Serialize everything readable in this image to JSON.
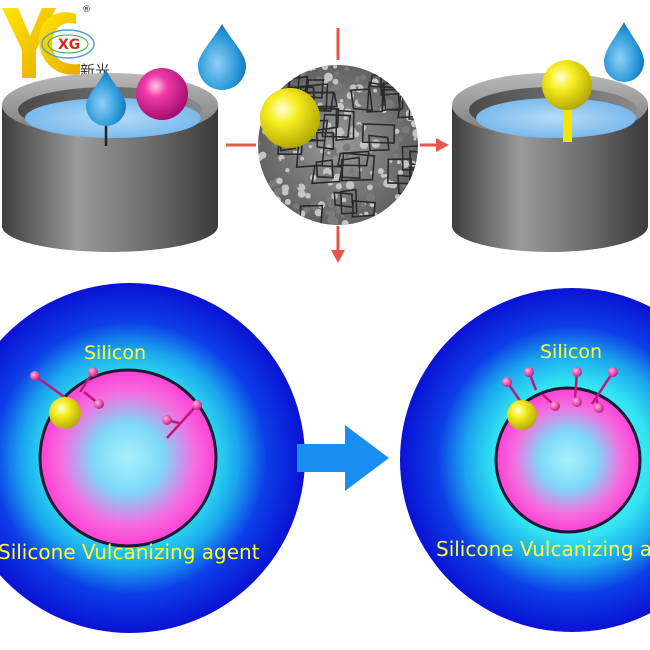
{
  "logo": {
    "monogram": "XG",
    "brand_chinese": "新光",
    "registered_mark": "®"
  },
  "labels": {
    "left_sphere_top": "Silicon",
    "left_sphere_bottom": "Silicone Vulcanizing agent",
    "right_sphere_top": "Silicon",
    "right_sphere_bottom": "Silicone Vulcanizing agent"
  },
  "colors": {
    "container_gray": "#5f5f5f",
    "liquid_blue": "#8ec6f2",
    "droplet_blue": "#2a9ad8",
    "magenta_ball": "#e0158a",
    "yellow_ball": "#f2e600",
    "arrow_red": "#e8564a",
    "arrow_blue": "#1a8ef0",
    "sphere_outer": "#0010d8",
    "sphere_cyan": "#34e6f0",
    "sphere_core": "#ff5ad8",
    "label_yellow": "#ffff33"
  }
}
